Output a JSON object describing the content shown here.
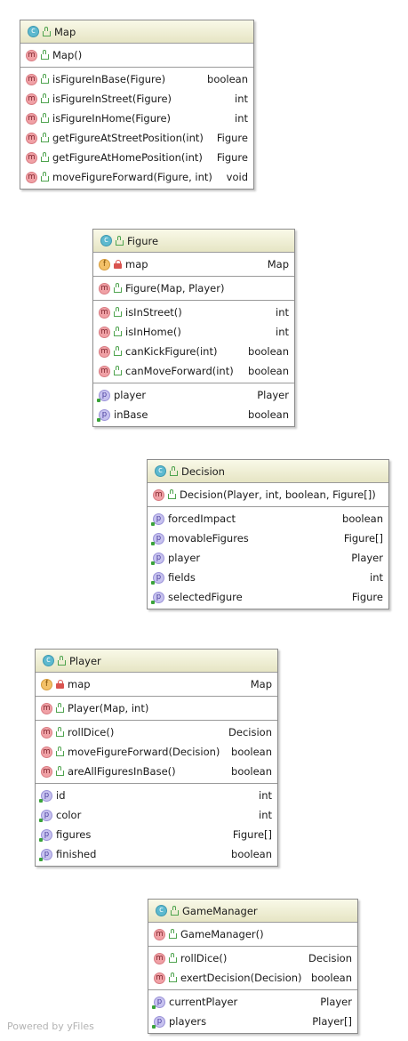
{
  "classes": {
    "map": {
      "name": "Map",
      "constructors": [
        {
          "name": "Map()"
        }
      ],
      "methods": [
        {
          "name": "isFigureInBase(Figure)",
          "type": "boolean"
        },
        {
          "name": "isFigureInStreet(Figure)",
          "type": "int"
        },
        {
          "name": "isFigureInHome(Figure)",
          "type": "int"
        },
        {
          "name": "getFigureAtStreetPosition(int)",
          "type": "Figure"
        },
        {
          "name": "getFigureAtHomePosition(int)",
          "type": "Figure"
        },
        {
          "name": "moveFigureForward(Figure, int)",
          "type": "void"
        }
      ]
    },
    "figure": {
      "name": "Figure",
      "fields": [
        {
          "name": "map",
          "type": "Map"
        }
      ],
      "constructors": [
        {
          "name": "Figure(Map, Player)"
        }
      ],
      "methods": [
        {
          "name": "isInStreet()",
          "type": "int"
        },
        {
          "name": "isInHome()",
          "type": "int"
        },
        {
          "name": "canKickFigure(int)",
          "type": "boolean"
        },
        {
          "name": "canMoveForward(int)",
          "type": "boolean"
        }
      ],
      "properties": [
        {
          "name": "player",
          "type": "Player"
        },
        {
          "name": "inBase",
          "type": "boolean"
        }
      ]
    },
    "decision": {
      "name": "Decision",
      "constructors": [
        {
          "name": "Decision(Player, int, boolean, Figure[])"
        }
      ],
      "properties": [
        {
          "name": "forcedImpact",
          "type": "boolean"
        },
        {
          "name": "movableFigures",
          "type": "Figure[]"
        },
        {
          "name": "player",
          "type": "Player"
        },
        {
          "name": "fields",
          "type": "int"
        },
        {
          "name": "selectedFigure",
          "type": "Figure"
        }
      ]
    },
    "player": {
      "name": "Player",
      "fields": [
        {
          "name": "map",
          "type": "Map"
        }
      ],
      "constructors": [
        {
          "name": "Player(Map, int)"
        }
      ],
      "methods": [
        {
          "name": "rollDice()",
          "type": "Decision"
        },
        {
          "name": "moveFigureForward(Decision)",
          "type": "boolean"
        },
        {
          "name": "areAllFiguresInBase()",
          "type": "boolean"
        }
      ],
      "properties": [
        {
          "name": "id",
          "type": "int"
        },
        {
          "name": "color",
          "type": "int"
        },
        {
          "name": "figures",
          "type": "Figure[]"
        },
        {
          "name": "finished",
          "type": "boolean"
        }
      ]
    },
    "gamemanager": {
      "name": "GameManager",
      "constructors": [
        {
          "name": "GameManager()"
        }
      ],
      "methods": [
        {
          "name": "rollDice()",
          "type": "Decision"
        },
        {
          "name": "exertDecision(Decision)",
          "type": "boolean"
        }
      ],
      "properties": [
        {
          "name": "currentPlayer",
          "type": "Player"
        },
        {
          "name": "players",
          "type": "Player[]"
        }
      ]
    }
  },
  "badges": {
    "class": "c",
    "method": "m",
    "property": "p",
    "field": "f"
  },
  "icons": {
    "class": "class-icon",
    "method": "method-icon",
    "property": "property-icon",
    "field": "field-icon",
    "public": "public-visibility-icon",
    "private": "private-visibility-icon"
  },
  "colors": {
    "header_gradient_top": "#f9f9e8",
    "header_gradient_bottom": "#e6e5c4",
    "class_badge": "#5db9cf",
    "method_badge": "#f0a1a6",
    "property_badge": "#c7c2ef",
    "field_badge": "#f3c169"
  },
  "footer": {
    "text": "Powered by yFiles"
  }
}
